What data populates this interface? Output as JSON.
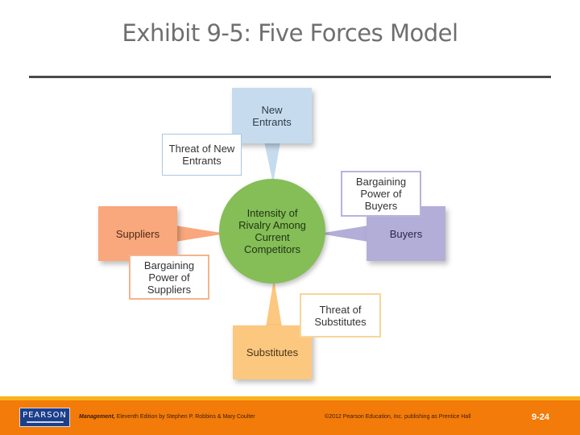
{
  "slide": {
    "title": "Exhibit 9-5: Five Forces Model"
  },
  "diagram": {
    "center": "Intensity of Rivalry Among Current Competitors",
    "forces": {
      "new_entrants": "New Entrants",
      "suppliers": "Suppliers",
      "buyers": "Buyers",
      "substitutes": "Substitutes"
    },
    "labels": {
      "threat_new_entrants": "Threat of New Entrants",
      "bargaining_power_suppliers": "Bargaining Power of Suppliers",
      "bargaining_power_buyers": "Bargaining Power of Buyers",
      "threat_substitutes": "Threat of Substitutes"
    },
    "colors": {
      "center": "#85bd57",
      "new_entrants": "#c6dcee",
      "suppliers": "#f9a77c",
      "buyers": "#b3aed8",
      "substitutes": "#fcc77f"
    }
  },
  "footer": {
    "logo": "PEARSON",
    "book_title": "Management,",
    "book_credit": " Eleventh Edition by Stephen P. Robbins & Mary Coulter",
    "copyright": "©2012 Pearson Education, Inc. publishing as Prentice Hall",
    "page": "9-24"
  }
}
